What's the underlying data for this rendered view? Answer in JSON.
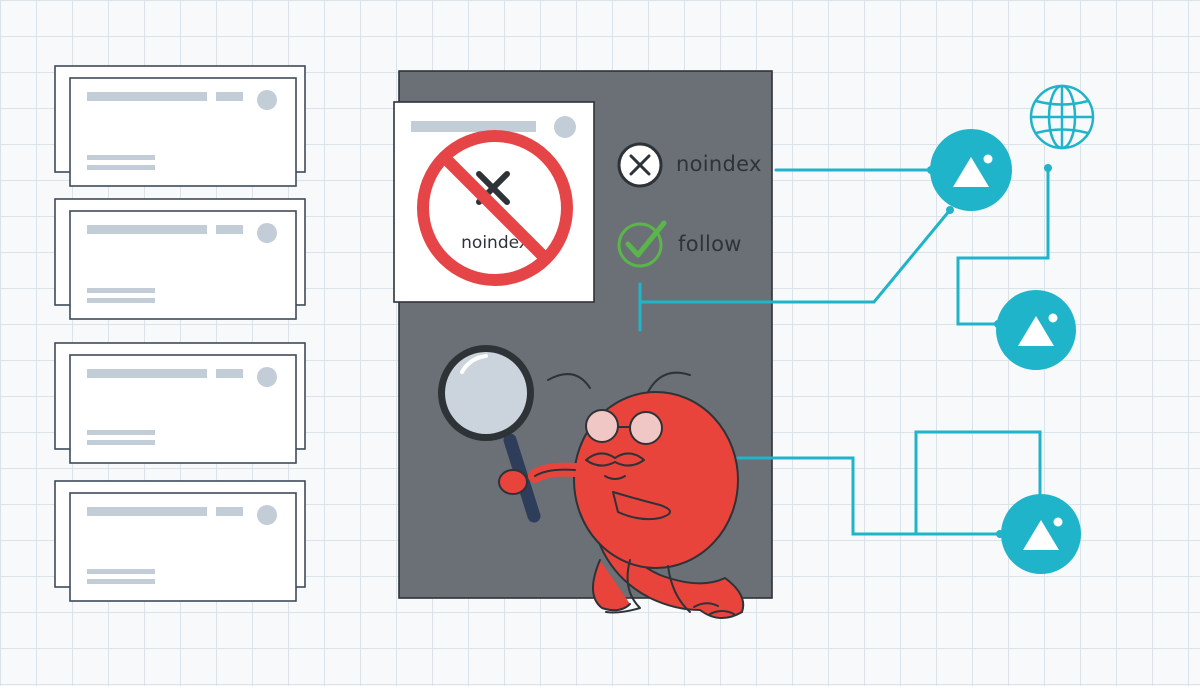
{
  "sign": {
    "label": "noindex"
  },
  "directives": [
    {
      "label": "noindex",
      "icon": "x-circle-icon"
    },
    {
      "label": "follow",
      "icon": "check-circle-icon"
    }
  ],
  "colors": {
    "panel": "#6b7077",
    "ban": "#e54546",
    "accent": "#1fb4c9",
    "check": "#5ab54b",
    "mascot": "#e8443c",
    "card_bar": "#c3cdd8"
  }
}
